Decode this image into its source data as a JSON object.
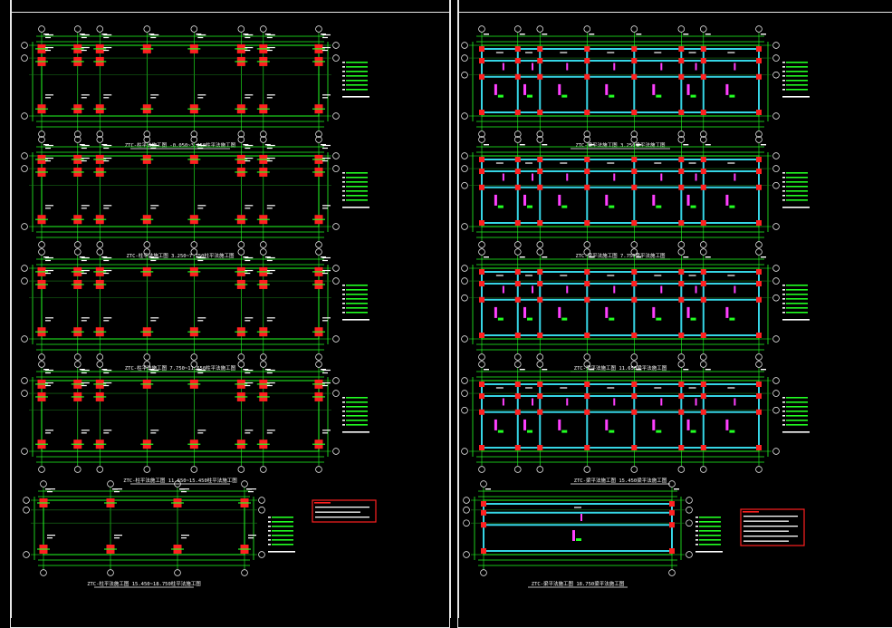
{
  "sheets": [
    {
      "id": "left",
      "kind": "columns",
      "plans": [
        {
          "title": "ZTC-柱平法施工图 -0.050~3.250柱平法施工图",
          "bays": 7
        },
        {
          "title": "ZTC-柱平法施工图 3.250~7.750柱平法施工图",
          "bays": 7
        },
        {
          "title": "ZTC-柱平法施工图 7.750~11.650柱平法施工图",
          "bays": 7
        },
        {
          "title": "ZTC-柱平法施工图 11.650~15.450柱平法施工图",
          "bays": 7
        },
        {
          "title": "ZTC-柱平法施工图 15.450~18.750柱平法施工图",
          "bays": 3
        }
      ]
    },
    {
      "id": "right",
      "kind": "beams",
      "plans": [
        {
          "title": "ZTC-梁平法施工图 3.250梁平法施工图",
          "bays": 7
        },
        {
          "title": "ZTC-梁平法施工图 7.750梁平法施工图",
          "bays": 7
        },
        {
          "title": "ZTC-梁平法施工图 11.650梁平法施工图",
          "bays": 7
        },
        {
          "title": "ZTC-梁平法施工图 15.450梁平法施工图",
          "bays": 7
        },
        {
          "title": "ZTC-梁平法施工图 18.750梁平法施工图",
          "bays": 1
        }
      ]
    }
  ],
  "colors": {
    "background": "#000000",
    "frame": "#e8e8e8",
    "grid": "#22ff22",
    "column": "#ff2020",
    "beam": "#36d6e6",
    "annotation": "#ff40ff",
    "note_box": "#ff2020",
    "text": "#ffffff"
  }
}
